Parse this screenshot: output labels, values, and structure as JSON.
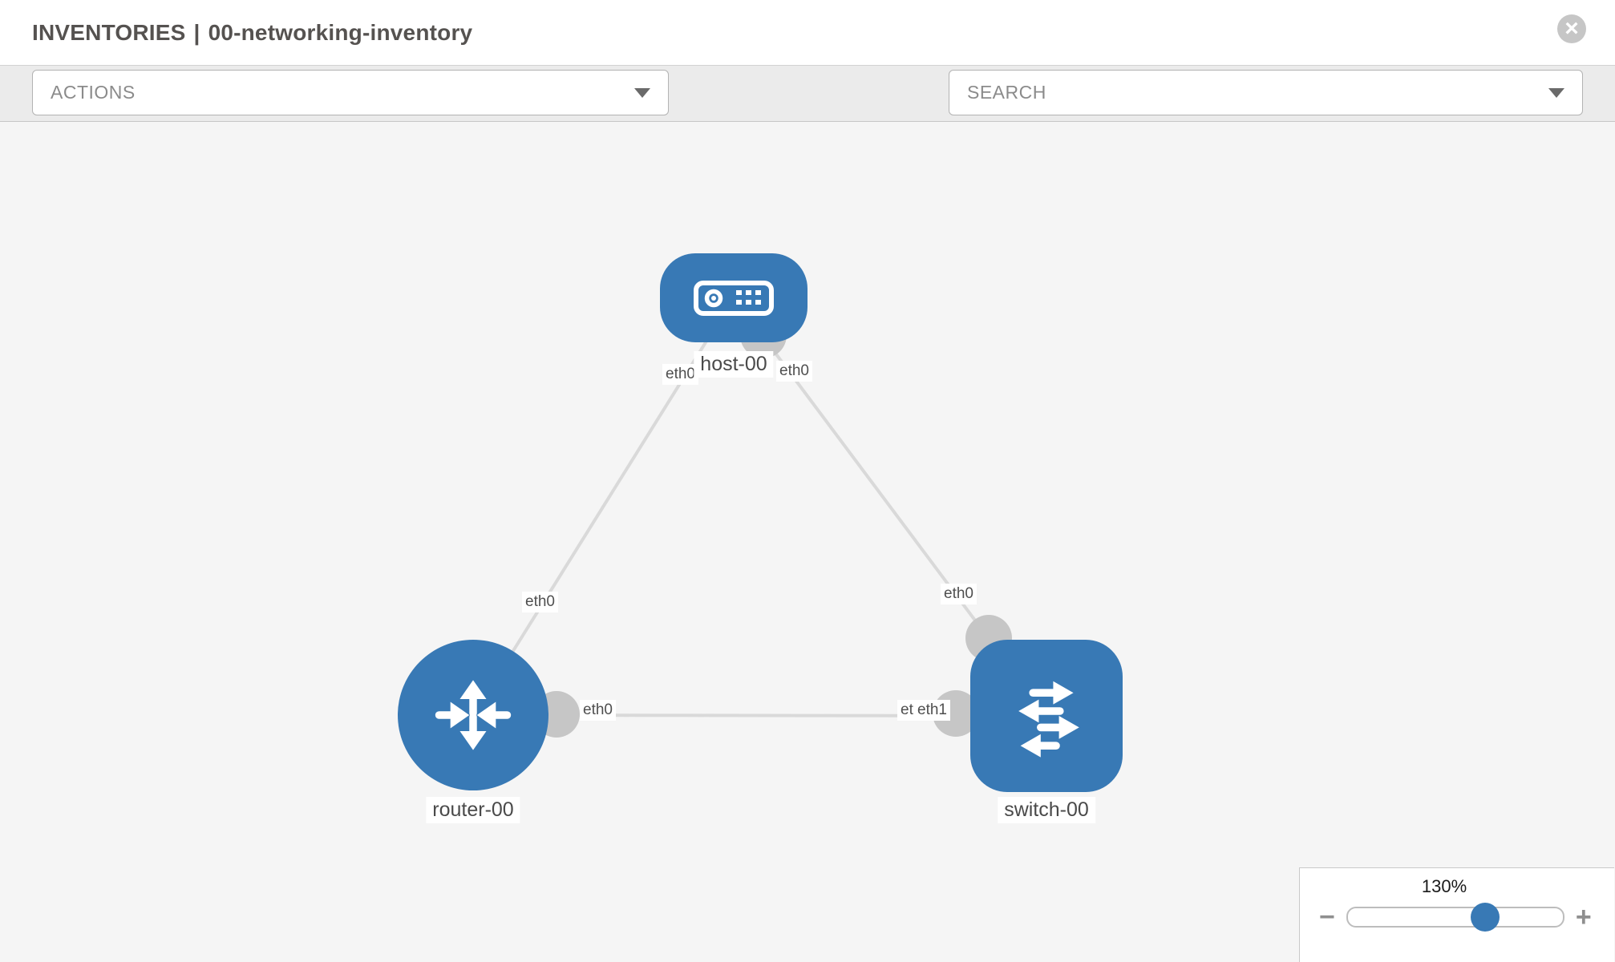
{
  "header": {
    "breadcrumb": "INVENTORIES",
    "separator": "|",
    "inventory_name": "00-networking-inventory",
    "close_glyph": "×"
  },
  "toolbar": {
    "actions_label": "ACTIONS",
    "search_label": "SEARCH",
    "icons": [
      "wrench-icon",
      "key-icon"
    ]
  },
  "topology": {
    "nodes": [
      {
        "id": "host-00",
        "label": "host-00",
        "type": "host",
        "shape": "rounded-rect"
      },
      {
        "id": "router-00",
        "label": "router-00",
        "type": "router",
        "shape": "circle"
      },
      {
        "id": "switch-00",
        "label": "switch-00",
        "type": "switch",
        "shape": "rounded-square"
      }
    ],
    "links": [
      {
        "source": "host-00",
        "target": "router-00",
        "source_interface": "eth0",
        "target_interface": "eth0"
      },
      {
        "source": "host-00",
        "target": "switch-00",
        "source_interface": "eth0",
        "target_interface": "eth0"
      },
      {
        "source": "router-00",
        "target": "switch-00",
        "source_interface": "eth0",
        "target_interface": "eth1",
        "overlapped_label": "eth0"
      }
    ]
  },
  "zoom_control": {
    "level": "130%",
    "minus_glyph": "−",
    "plus_glyph": "+",
    "handle_percent": 64
  },
  "colors": {
    "node_blue": "#3879b5",
    "link_gray": "#d9d9d9",
    "interface_circle_gray": "#c6c6c6",
    "toolbar_bg": "#ebebeb",
    "canvas_bg": "#f5f5f5"
  }
}
